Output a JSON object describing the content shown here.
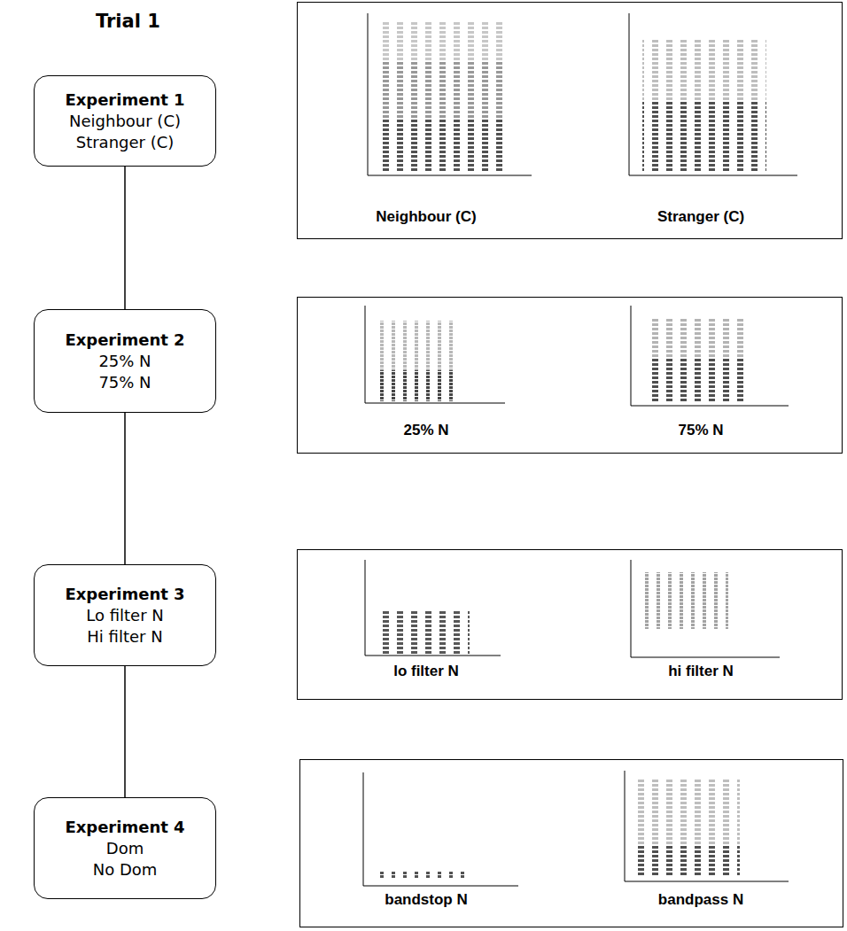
{
  "diagram": {
    "title": "Trial 1",
    "nodes": [
      {
        "text": [
          "Experiment 1",
          "Neighbour (C)",
          "Stranger (C)"
        ]
      },
      {
        "text": [
          "Neighbour (C)",
          "Stranger (C)"
        ]
      },
      {
        "text": [
          "Experiment 2",
          "25% N",
          "75% N"
        ]
      },
      {
        "text": [
          "25% N",
          "75% N"
        ]
      },
      {
        "text": [
          "Experiment 3",
          "Lo filter N",
          "Hi filter N"
        ]
      },
      {
        "text": [
          "lo filter N",
          "hi filter N"
        ]
      },
      {
        "text": [
          "Experiment 4",
          "Dom",
          "No Dom"
        ]
      },
      {
        "text": [
          "bandstop N",
          "bandpass N"
        ]
      }
    ],
    "edges": [
      {
        "from": 0,
        "to": 2,
        "arrow": "none"
      },
      {
        "from": 2,
        "to": 4,
        "arrow": "none"
      },
      {
        "from": 4,
        "to": 6,
        "arrow": "none"
      }
    ]
  }
}
